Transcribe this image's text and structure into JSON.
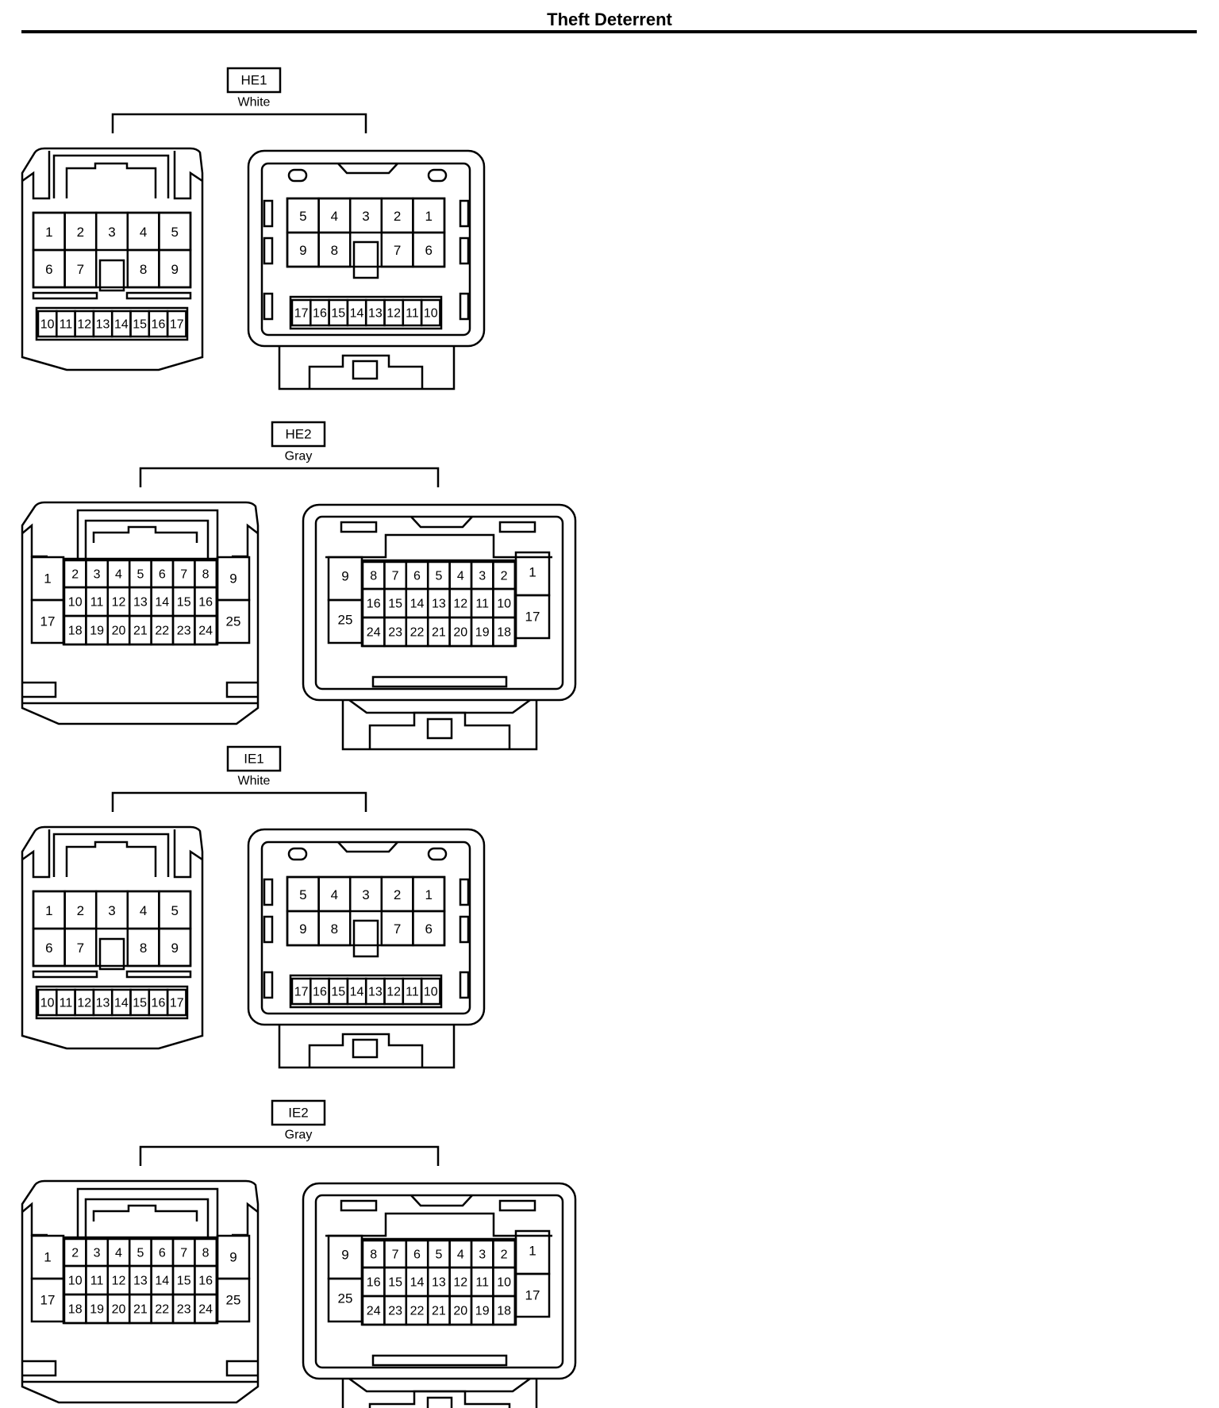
{
  "page": {
    "title": "Theft Deterrent"
  },
  "connectors": [
    {
      "id": "HE1",
      "color": "White"
    },
    {
      "id": "HE2",
      "color": "Gray"
    },
    {
      "id": "IE1",
      "color": "White"
    },
    {
      "id": "IE2",
      "color": "Gray"
    }
  ],
  "pins17": {
    "male_top": [
      "1",
      "2",
      "3",
      "4",
      "5"
    ],
    "male_mid": [
      "6",
      "7",
      "",
      "8",
      "9"
    ],
    "male_bottom": [
      "10",
      "11",
      "12",
      "13",
      "14",
      "15",
      "16",
      "17"
    ],
    "female_top": [
      "5",
      "4",
      "3",
      "2",
      "1"
    ],
    "female_mid": [
      "9",
      "8",
      "",
      "7",
      "6"
    ],
    "female_bottom": [
      "17",
      "16",
      "15",
      "14",
      "13",
      "12",
      "11",
      "10"
    ]
  },
  "pins25": {
    "male_left": [
      "1",
      "17"
    ],
    "male_right": [
      "9",
      "25"
    ],
    "male_row1": [
      "2",
      "3",
      "4",
      "5",
      "6",
      "7",
      "8"
    ],
    "male_row2": [
      "10",
      "11",
      "12",
      "13",
      "14",
      "15",
      "16"
    ],
    "male_row3": [
      "18",
      "19",
      "20",
      "21",
      "22",
      "23",
      "24"
    ],
    "female_left": [
      "9",
      "25"
    ],
    "female_right": [
      "1",
      "17"
    ],
    "female_row1": [
      "8",
      "7",
      "6",
      "5",
      "4",
      "3",
      "2"
    ],
    "female_row2": [
      "16",
      "15",
      "14",
      "13",
      "12",
      "11",
      "10"
    ],
    "female_row3": [
      "24",
      "23",
      "22",
      "21",
      "20",
      "19",
      "18"
    ]
  }
}
